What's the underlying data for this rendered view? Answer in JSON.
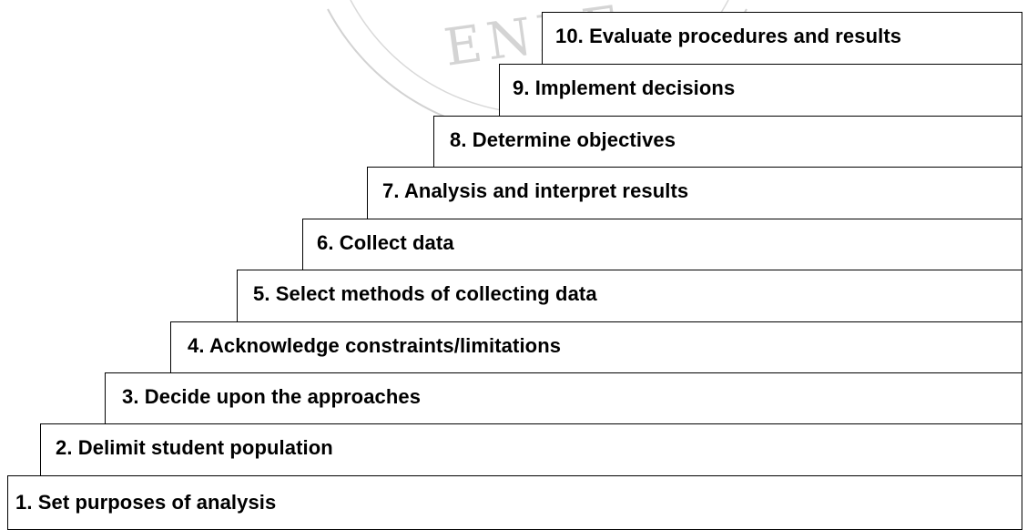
{
  "steps": [
    {
      "label": "1. Set purposes of analysis"
    },
    {
      "label": "2. Delimit student population"
    },
    {
      "label": "3. Decide upon the approaches"
    },
    {
      "label": "4. Acknowledge constraints/limitations"
    },
    {
      "label": "5. Select methods of collecting data"
    },
    {
      "label": "6. Collect data"
    },
    {
      "label": "7. Analysis and interpret results"
    },
    {
      "label": "8. Determine objectives"
    },
    {
      "label": "9. Implement decisions"
    },
    {
      "label": "10. Evaluate procedures and results"
    }
  ],
  "watermark": {
    "text": "ENDE",
    "color": "#c8c8c8"
  }
}
